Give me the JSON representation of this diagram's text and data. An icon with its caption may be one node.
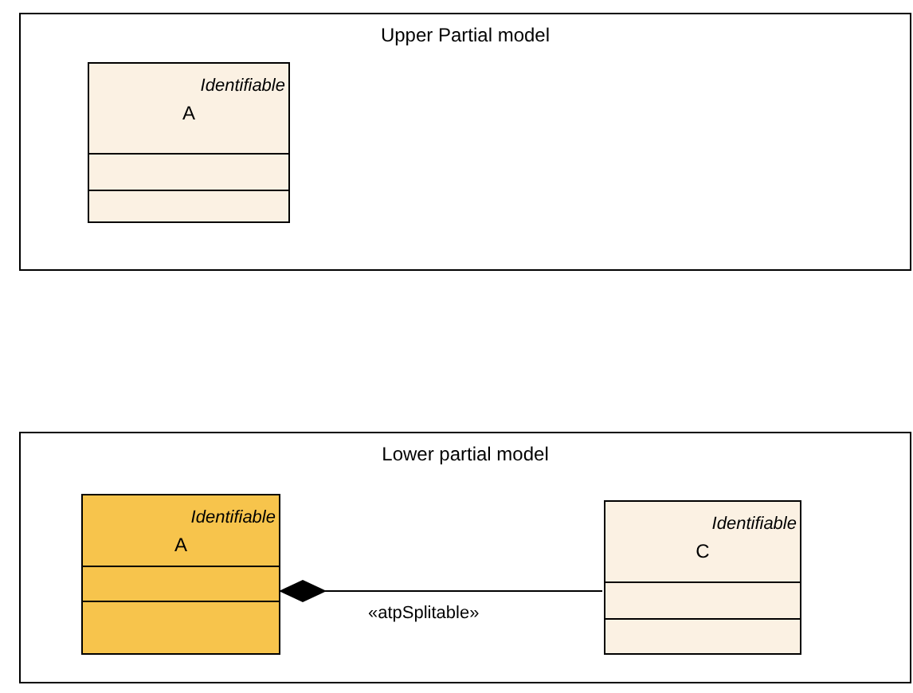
{
  "diagram": {
    "nodes": [
      {
        "text": [
          "Upper Partial model"
        ]
      },
      {
        "text": [
          "Identifiable",
          "A"
        ],
        "in": 0
      },
      {
        "text": [
          "Lower partial model"
        ]
      },
      {
        "text": [
          "Identifiable",
          "A"
        ],
        "in": 2
      },
      {
        "text": [
          "Identifiable",
          "C"
        ],
        "in": 2
      }
    ],
    "edges": [
      {
        "from": 3,
        "to": 4,
        "arrow": "other",
        "label": "«atpSplitable»"
      }
    ]
  }
}
